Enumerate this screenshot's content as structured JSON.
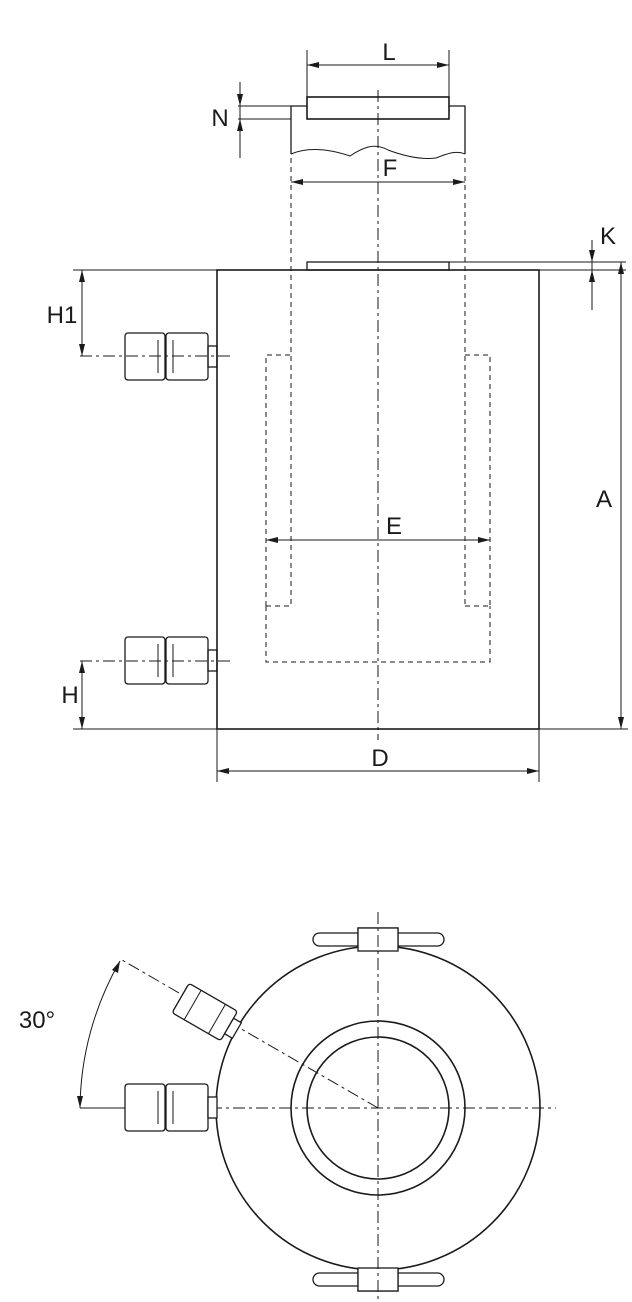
{
  "labels": {
    "L": "L",
    "N": "N",
    "F": "F",
    "K": "K",
    "H1": "H1",
    "A": "A",
    "E": "E",
    "H": "H",
    "D": "D",
    "angle": "30°"
  }
}
